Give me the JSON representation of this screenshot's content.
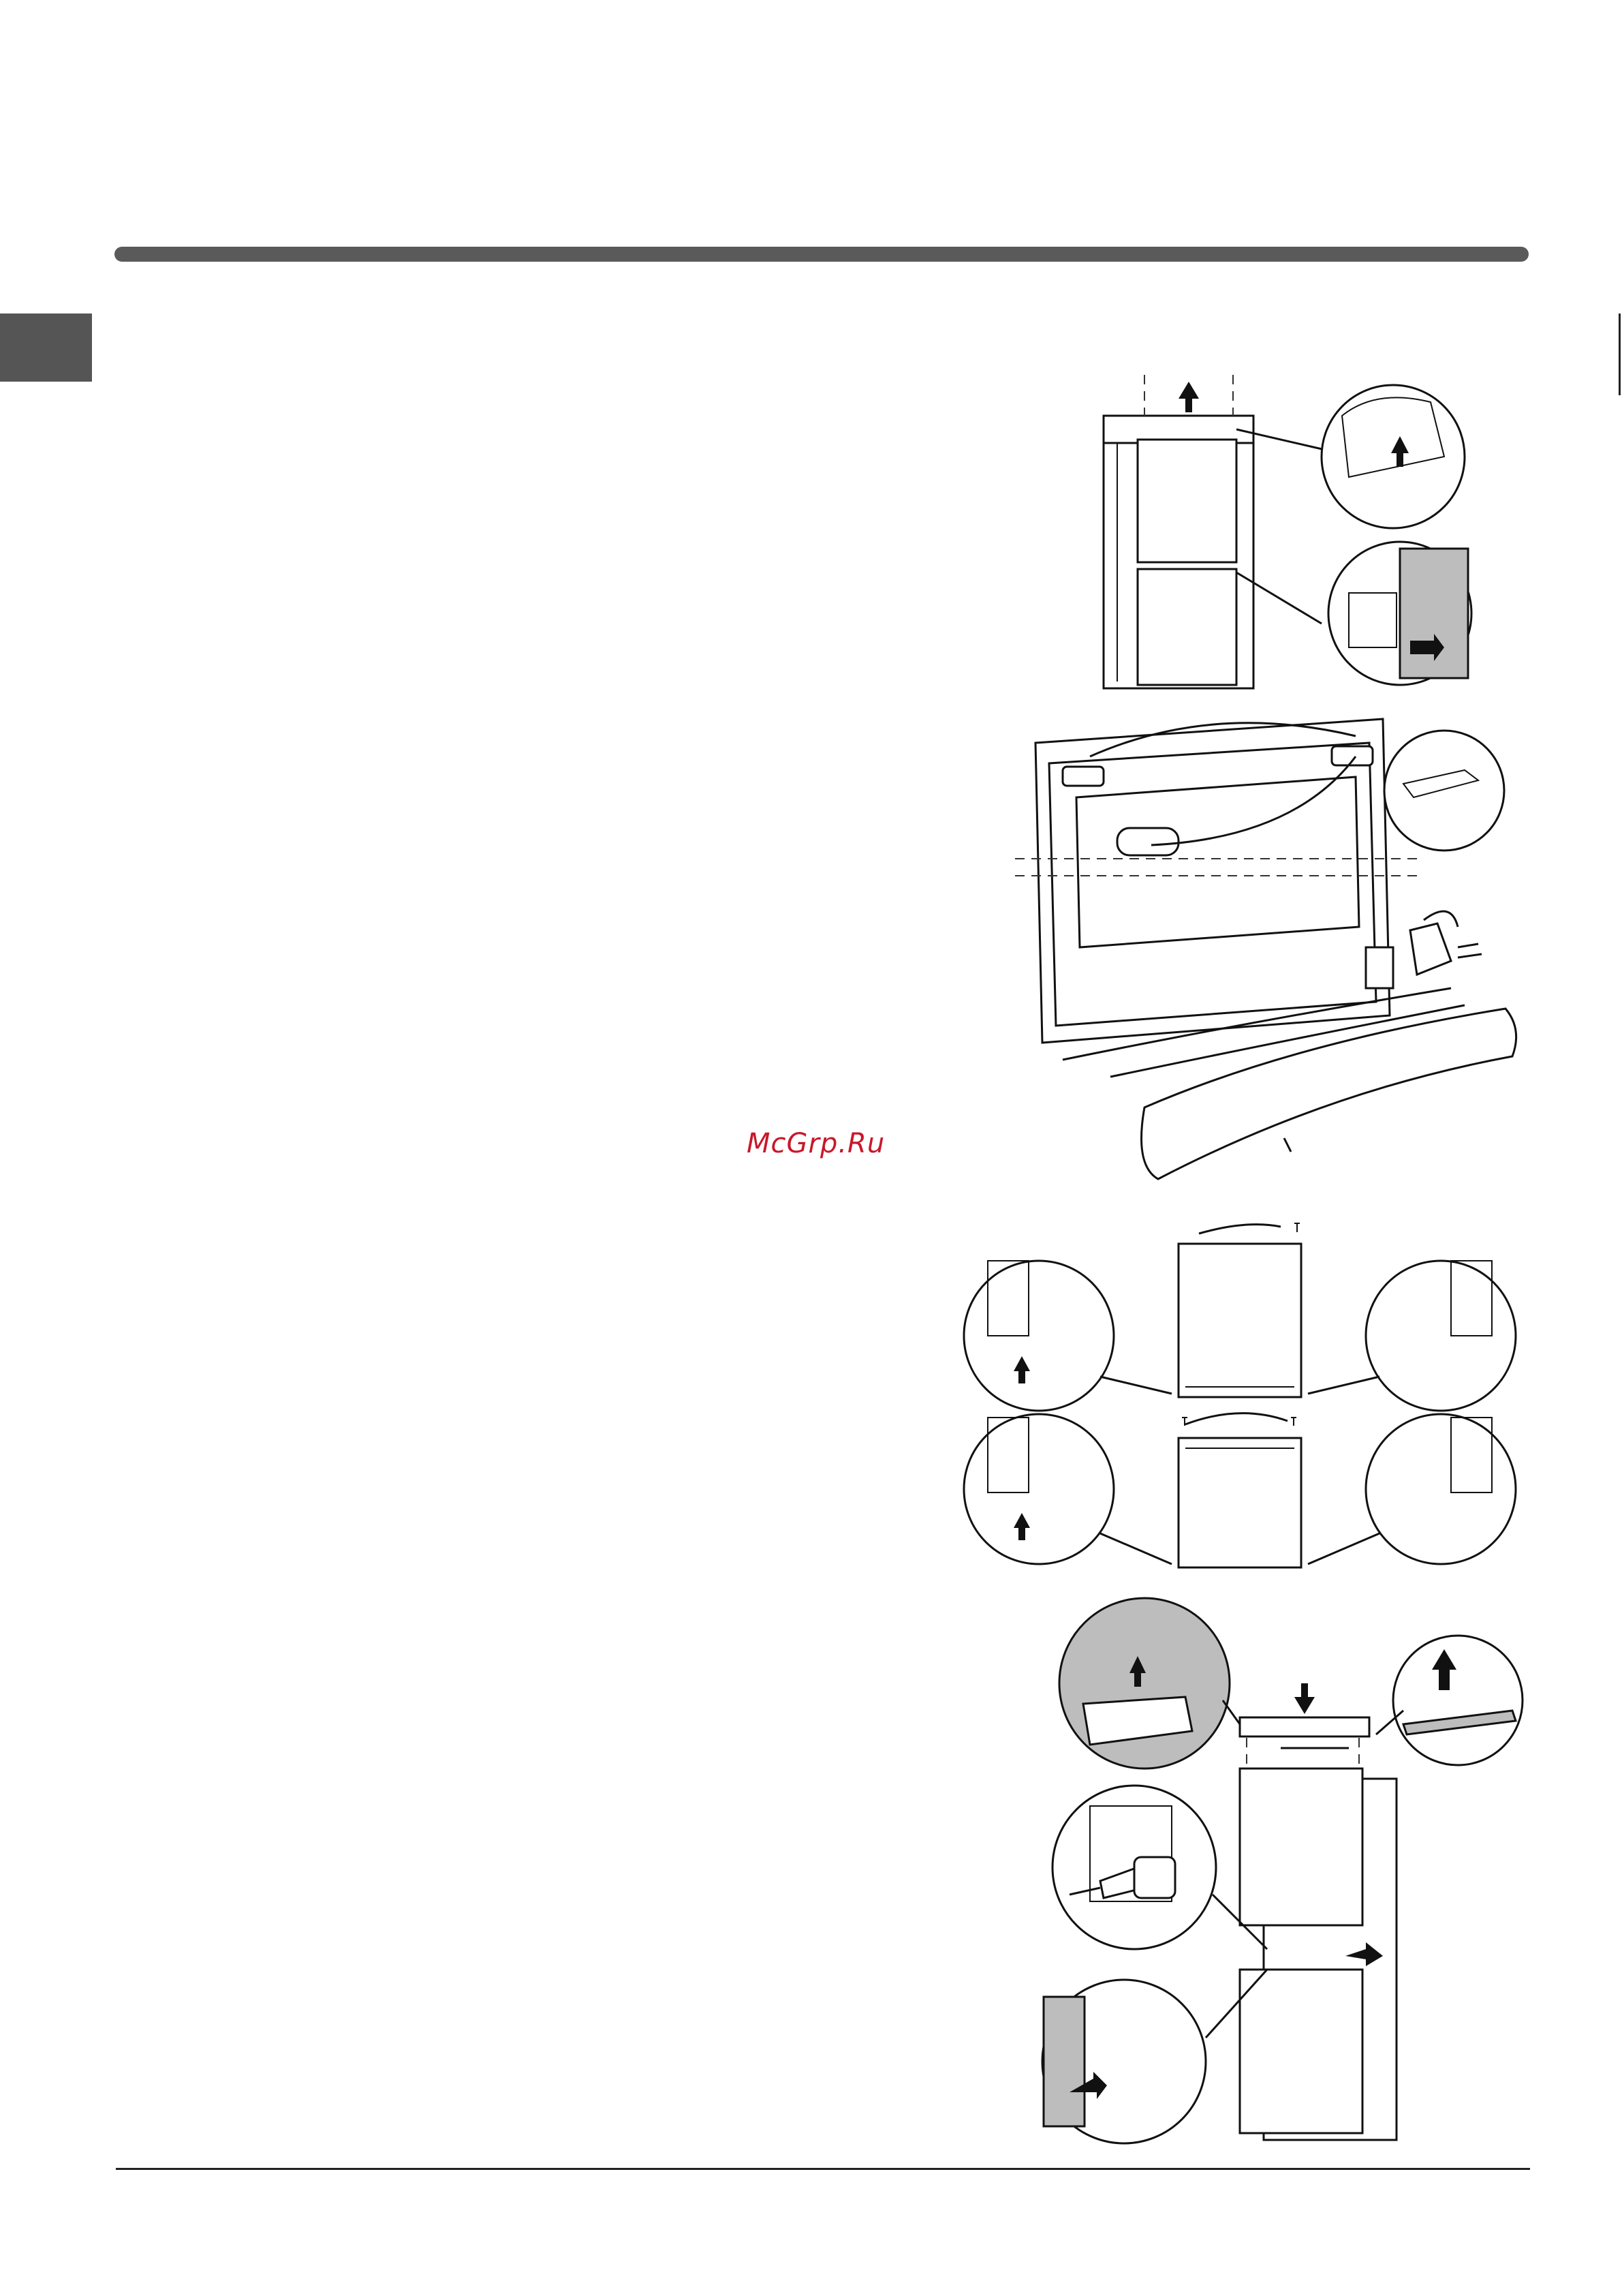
{
  "page": {
    "watermark": "McGrp.Ru"
  },
  "figures": [
    {
      "name": "door-removal-figure",
      "icons": [
        "refrigerator-icon",
        "hinge-detail-icon",
        "arrow-up-icon"
      ]
    },
    {
      "name": "handle-kickplate-figure",
      "icons": [
        "door-panel-icon",
        "handle-icon",
        "kickplate-icon",
        "screw-icon"
      ]
    },
    {
      "name": "door-hinge-swap-figure",
      "icons": [
        "door-icon",
        "hinge-pin-icon",
        "screw-icon"
      ]
    },
    {
      "name": "door-reassembly-figure",
      "icons": [
        "refrigerator-icon",
        "drill-icon",
        "hinge-detail-icon",
        "arrow-down-icon"
      ]
    }
  ],
  "colors": {
    "rule": "#5a5a5a",
    "tab": "#555555",
    "watermark": "#c8182b",
    "ink": "#111111"
  }
}
